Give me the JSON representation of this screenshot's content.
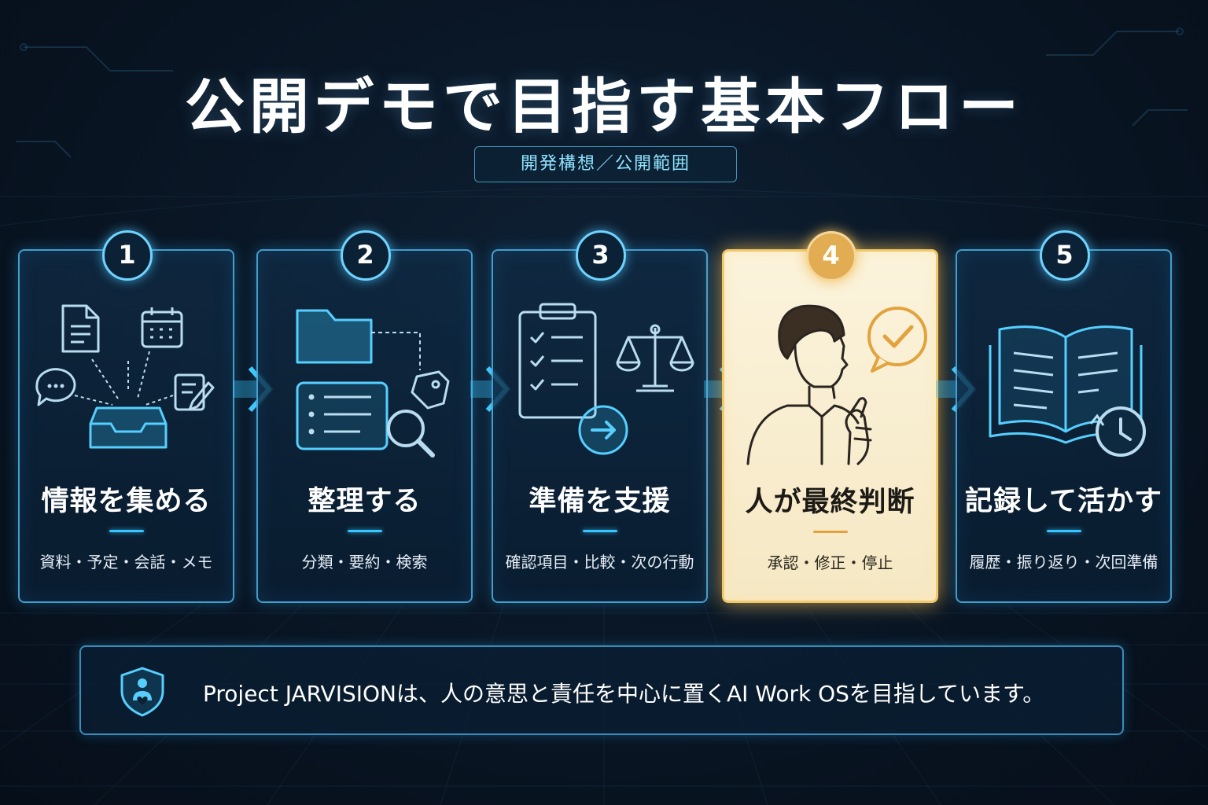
{
  "title": "公開デモで目指す基本フロー",
  "subtitle": "開発構想／公開範囲",
  "steps": [
    {
      "number": "1",
      "title": "情報を集める",
      "description": "資料・予定・会話・メモ"
    },
    {
      "number": "2",
      "title": "整理する",
      "description": "分類・要約・検索"
    },
    {
      "number": "3",
      "title": "準備を支援",
      "description": "確認項目・比較・次の行動"
    },
    {
      "number": "4",
      "title": "人が最終判断",
      "description": "承認・修正・停止",
      "highlighted": true
    },
    {
      "number": "5",
      "title": "記録して活かす",
      "description": "履歴・振り返り・次回準備"
    }
  ],
  "footer": {
    "text": "Project JARVISIONは、人の意思と責任を中心に置くAI Work OSを目指しています。",
    "icon": "shield-person-heart-icon"
  },
  "colors": {
    "background": "#0a1726",
    "accent": "#38c6ff",
    "highlight": "#e2ac53",
    "highlight_card": "#f8eccd"
  }
}
